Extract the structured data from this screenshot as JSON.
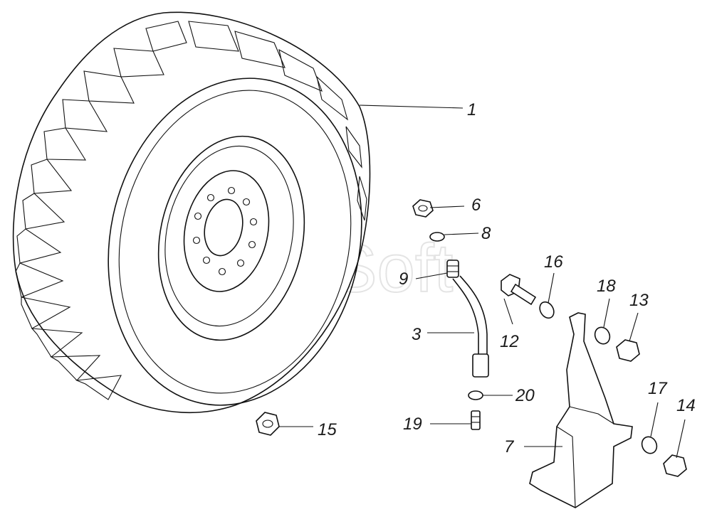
{
  "watermark": "AutoSoft",
  "callouts": {
    "c1": "1",
    "c3": "3",
    "c6": "6",
    "c7": "7",
    "c8": "8",
    "c9": "9",
    "c12": "12",
    "c13": "13",
    "c14": "14",
    "c15": "15",
    "c16": "16",
    "c17": "17",
    "c18": "18",
    "c19": "19",
    "c20": "20"
  }
}
